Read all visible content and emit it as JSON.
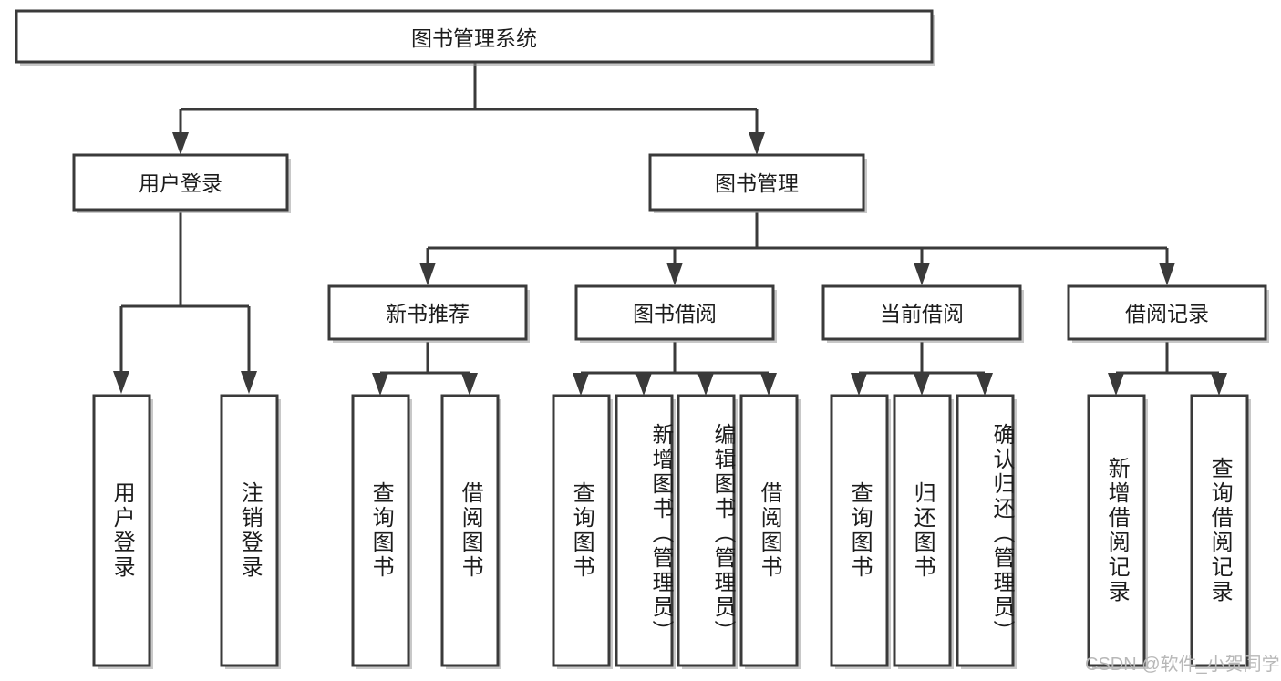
{
  "diagram": {
    "type": "tree-hierarchy-flowchart",
    "title": "图书管理系统",
    "root": {
      "label": "图书管理系统",
      "orientation": "horizontal"
    },
    "level1": [
      {
        "label": "用户登录",
        "orientation": "horizontal"
      },
      {
        "label": "图书管理",
        "orientation": "horizontal"
      }
    ],
    "level2": [
      {
        "label": "新书推荐",
        "orientation": "horizontal",
        "parent": "图书管理"
      },
      {
        "label": "图书借阅",
        "orientation": "horizontal",
        "parent": "图书管理"
      },
      {
        "label": "当前借阅",
        "orientation": "horizontal",
        "parent": "图书管理"
      },
      {
        "label": "借阅记录",
        "orientation": "horizontal",
        "parent": "图书管理"
      }
    ],
    "leaves": [
      {
        "label": "用户登录",
        "orientation": "vertical",
        "parent": "用户登录"
      },
      {
        "label": "注销登录",
        "orientation": "vertical",
        "parent": "用户登录"
      },
      {
        "label": "查询图书",
        "orientation": "vertical",
        "parent": "新书推荐"
      },
      {
        "label": "借阅图书",
        "orientation": "vertical",
        "parent": "新书推荐"
      },
      {
        "label": "查询图书",
        "orientation": "vertical",
        "parent": "图书借阅"
      },
      {
        "label": "新增图书（管理员）",
        "orientation": "vertical",
        "parent": "图书借阅"
      },
      {
        "label": "编辑图书（管理员）",
        "orientation": "vertical",
        "parent": "图书借阅"
      },
      {
        "label": "借阅图书",
        "orientation": "vertical",
        "parent": "图书借阅"
      },
      {
        "label": "查询图书",
        "orientation": "vertical",
        "parent": "当前借阅"
      },
      {
        "label": "归还图书",
        "orientation": "vertical",
        "parent": "当前借阅"
      },
      {
        "label": "确认归还（管理员）",
        "orientation": "vertical",
        "parent": "当前借阅"
      },
      {
        "label": "新增借阅记录",
        "orientation": "vertical",
        "parent": "借阅记录"
      },
      {
        "label": "查询借阅记录",
        "orientation": "vertical",
        "parent": "借阅记录"
      }
    ],
    "watermark": "CSDN @软件_小贺同学",
    "colors": {
      "stroke": "#3a3a3a",
      "fill": "#ffffff",
      "text": "#1c1c1c",
      "watermark": "#b8b8b8",
      "background": "#ffffff"
    }
  }
}
